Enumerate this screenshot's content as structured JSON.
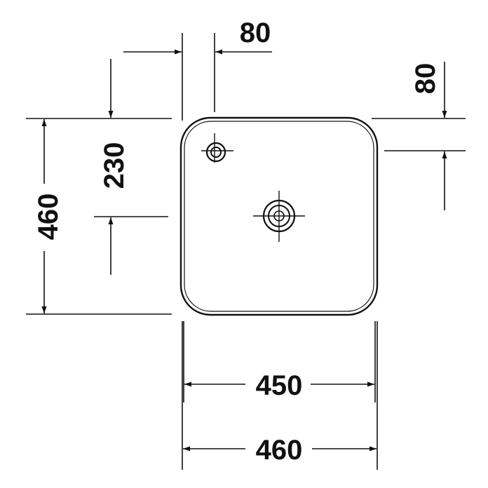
{
  "dimensions": {
    "top_offset": "80",
    "right_offset": "80",
    "outlet_vertical": "230",
    "total_height": "460",
    "bowl_width": "450",
    "total_width": "460"
  },
  "colors": {
    "line": "#111111",
    "background": "#ffffff"
  }
}
